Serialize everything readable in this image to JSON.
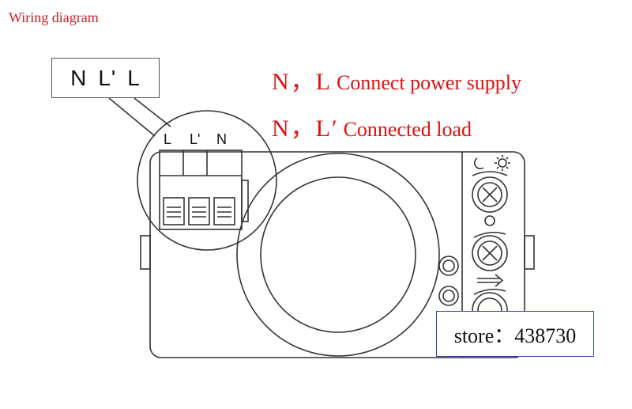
{
  "page": {
    "title": "Wiring diagram"
  },
  "callout": {
    "terminals": [
      "N",
      "L'",
      "L"
    ]
  },
  "notes": {
    "supply": {
      "terms": "N，L",
      "text": "Connect power supply"
    },
    "load": {
      "terms": "N，L′",
      "text": "Connected load"
    }
  },
  "terminal_labels": [
    "L",
    "L'",
    "N"
  ],
  "store": {
    "text": "store：438730"
  },
  "colors": {
    "note_red": "#dd1111",
    "title_red": "#cc2222",
    "store_border": "#2a4a9a",
    "line": "#333333"
  },
  "icons": [
    "moon-icon",
    "sun-icon",
    "adjust-knob-icon",
    "arrow-right-icon"
  ]
}
